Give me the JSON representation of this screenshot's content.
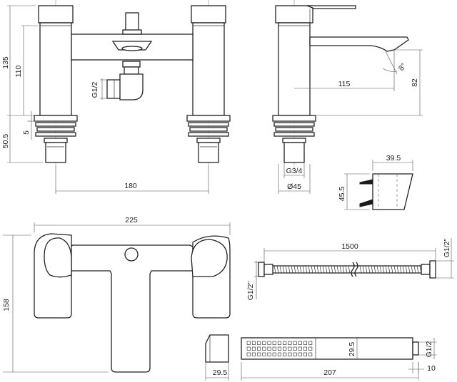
{
  "dimensions": {
    "front_height_total": "135",
    "front_height_body": "110",
    "front_collar": "5",
    "front_below_deck": "50.5",
    "front_centres": "180",
    "side_projection": "115",
    "side_spout_height": "82",
    "side_spout_angle": "8°",
    "side_inlet_thread": "G3/4",
    "side_shank_diameter": "Ø45",
    "diverter_thread": "G1/2",
    "holder_width": "39.5",
    "holder_height": "45.5",
    "top_overall_width": "225",
    "top_depth": "158",
    "hose_length": "1500",
    "hose_thread_left": "G1/2\"",
    "hose_thread_right": "G1/2\"",
    "handset_length": "207",
    "handset_head_width": "29.5",
    "handset_thread": "G1/2",
    "handset_outlet": "10",
    "wall_block_width": "29.5"
  }
}
